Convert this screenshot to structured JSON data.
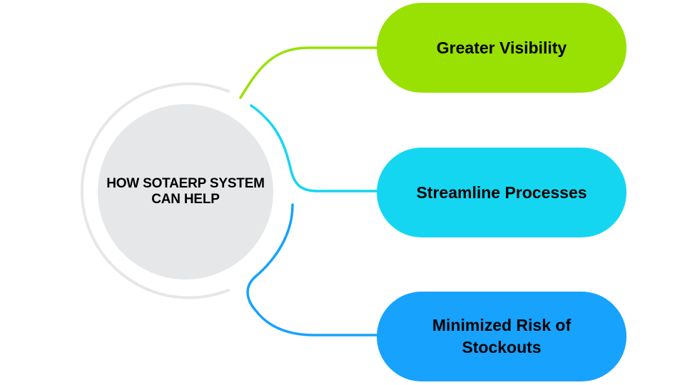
{
  "center": {
    "title": "HOW SOTAERP SYSTEM CAN HELP"
  },
  "benefits": [
    {
      "label": "Greater Visibility",
      "color": "#98e102"
    },
    {
      "label": "Streamline Processes",
      "color": "#15d6f1"
    },
    {
      "label": "Minimized Risk of Stockouts",
      "color": "#17a2fd"
    }
  ],
  "colors": {
    "center_fill": "#e6e7e8",
    "ring": "#e6e7e8",
    "text": "#000000"
  }
}
